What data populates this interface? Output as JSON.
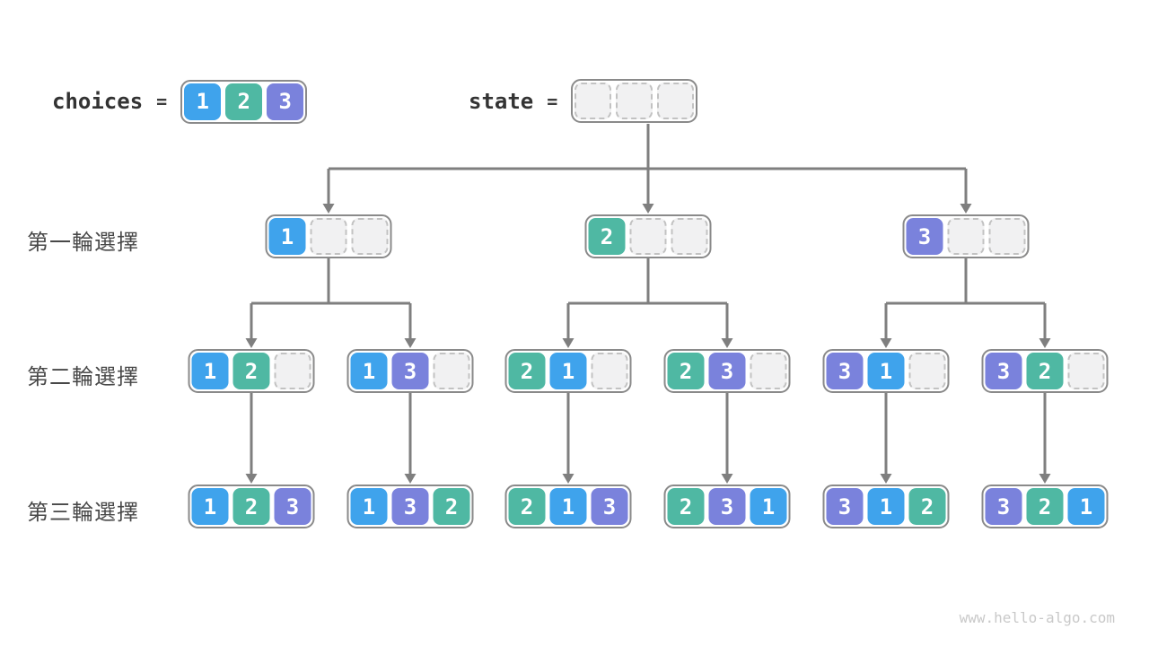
{
  "legend": {
    "choices_label": "choices",
    "state_label": "state",
    "equals": "=",
    "choices_cells": [
      1,
      2,
      3
    ],
    "state_cells": [
      null,
      null,
      null
    ]
  },
  "rows": [
    {
      "label": "第一輪選擇",
      "nodes": [
        [
          1,
          null,
          null
        ],
        [
          2,
          null,
          null
        ],
        [
          3,
          null,
          null
        ]
      ]
    },
    {
      "label": "第二輪選擇",
      "nodes": [
        [
          1,
          2,
          null
        ],
        [
          1,
          3,
          null
        ],
        [
          2,
          1,
          null
        ],
        [
          2,
          3,
          null
        ],
        [
          3,
          1,
          null
        ],
        [
          3,
          2,
          null
        ]
      ]
    },
    {
      "label": "第三輪選擇",
      "nodes": [
        [
          1,
          2,
          3
        ],
        [
          1,
          3,
          2
        ],
        [
          2,
          1,
          3
        ],
        [
          2,
          3,
          1
        ],
        [
          3,
          1,
          2
        ],
        [
          3,
          2,
          1
        ]
      ]
    }
  ],
  "colors": {
    "value1": "#3fa3ec",
    "value2": "#4fb8a3",
    "value3": "#7a82dc",
    "empty_fill": "#f1f1f2",
    "empty_border": "#c2c2c2",
    "box_border": "#8a8a8a",
    "connector": "#7f7f7f",
    "label_text": "#484848",
    "code_text": "#333333",
    "footer_text": "#c9c9c9"
  },
  "footer": "www.hello-algo.com"
}
